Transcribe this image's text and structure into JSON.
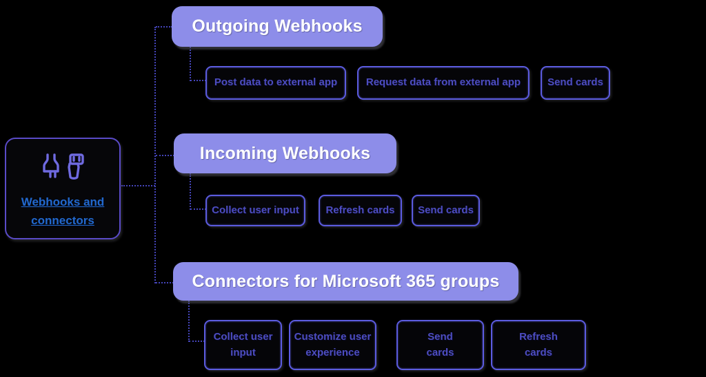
{
  "diagram": {
    "root": {
      "label": "Webhooks and connectors",
      "icon": "plug-connector-icon"
    },
    "sections": [
      {
        "title": "Outgoing Webhooks",
        "children": [
          "Post data to external app",
          "Request data from external app",
          "Send cards"
        ]
      },
      {
        "title": "Incoming Webhooks",
        "children": [
          "Collect user input",
          "Refresh cards",
          "Send cards"
        ]
      },
      {
        "title": "Connectors for Microsoft 365 groups",
        "children": [
          "Collect user\ninput",
          "Customize user\nexperience",
          "Send\ncards",
          "Refresh\ncards"
        ]
      }
    ],
    "colors": {
      "background": "#000000",
      "header_fill": "#8d8de9",
      "header_text": "#ffffff",
      "node_border": "#5c5ce0",
      "node_text": "#4d4dc0",
      "root_border": "#5a4bc8",
      "root_link_text": "#2268cc",
      "icon": "#6f6ae0",
      "connector_line": "#4545bb"
    }
  }
}
